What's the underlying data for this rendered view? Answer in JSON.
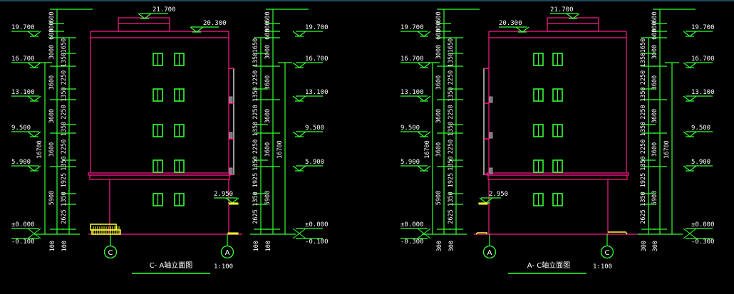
{
  "colors": {
    "background": "#000000",
    "building_outline": "#ff1a8c",
    "dimension_line": "#33ff33",
    "window": "#33ff33",
    "text": "#ffffff",
    "steps": "#ffff33",
    "downpipe": "#9a9a9a"
  },
  "views": [
    {
      "id": "left",
      "title": "C- A轴立面图",
      "scale": "1:100",
      "left_axis": "C",
      "right_axis": "A",
      "top_elevations": [
        "21.700",
        "20.300"
      ],
      "level_labels": [
        "19.700",
        "16.700",
        "13.100",
        "9.500",
        "5.900",
        "±0.000",
        "-0.100"
      ],
      "canopy_level": "2.950",
      "outer_dims": [
        "600",
        "800",
        "600",
        "3000",
        "3600",
        "3600",
        "3600",
        "5900"
      ],
      "inner_dims": [
        "1650",
        "1350",
        "2250",
        "1350",
        "2250",
        "1350",
        "2250",
        "1350",
        "1925",
        "1350",
        "2625"
      ],
      "total_height": "16700",
      "base_dims": [
        "100",
        "100"
      ]
    },
    {
      "id": "right",
      "title": "A- C轴立面图",
      "scale": "1:100",
      "left_axis": "A",
      "right_axis": "C",
      "top_elevations": [
        "21.700",
        "20.300"
      ],
      "level_labels": [
        "19.700",
        "16.700",
        "13.100",
        "9.500",
        "5.900",
        "±0.000",
        "-0.300"
      ],
      "canopy_level": "2.950",
      "outer_dims": [
        "600",
        "800",
        "600",
        "3000",
        "3600",
        "3600",
        "3600",
        "5900"
      ],
      "inner_dims": [
        "1650",
        "1350",
        "2250",
        "1350",
        "2250",
        "1350",
        "2250",
        "1350",
        "1925",
        "1350",
        "2625"
      ],
      "total_height": "16700",
      "base_dims": [
        "300",
        "300"
      ]
    }
  ]
}
